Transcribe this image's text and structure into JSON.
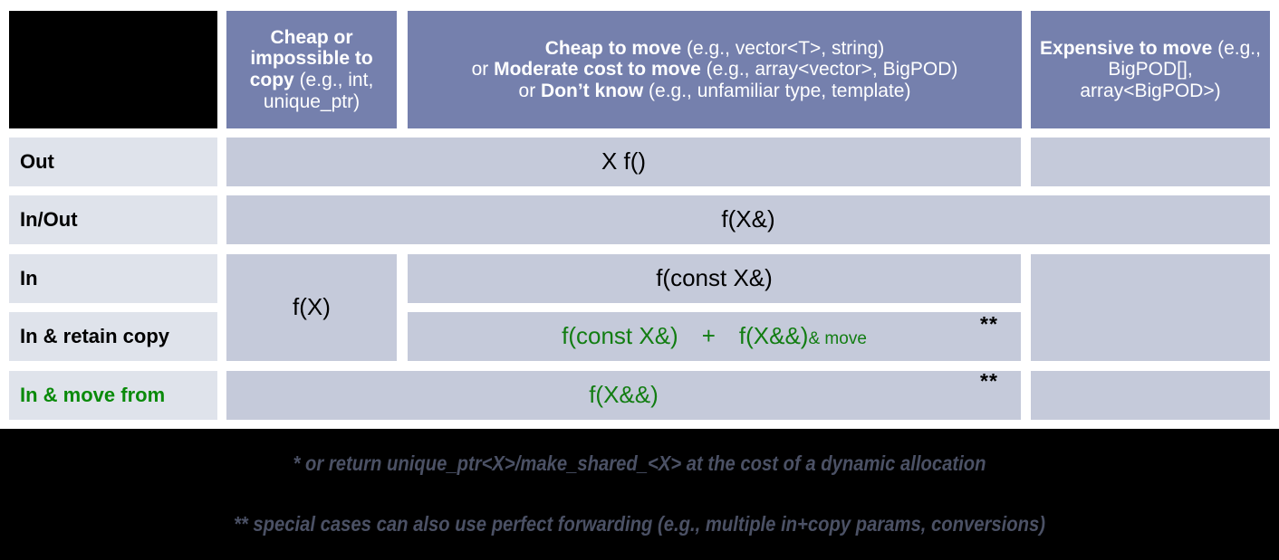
{
  "table": {
    "headers": {
      "corner": "",
      "col1": {
        "bold1": "Cheap or impossible to copy",
        "rest1": " (e.g., int, unique_ptr)"
      },
      "col2": {
        "line1_bold": "Cheap to move",
        "line1_rest": " (e.g., vector<T>, string)",
        "line2_pre": "or ",
        "line2_bold": "Moderate cost to move",
        "line2_rest": " (e.g., array<vector>, BigPOD)",
        "line3_pre": "or ",
        "line3_bold": "Don’t know",
        "line3_rest": " (e.g., unfamiliar type, template)"
      },
      "col3": {
        "bold1": "Expensive to move",
        "rest1": " (e.g., BigPOD[], array<BigPOD>)"
      }
    },
    "rows": [
      {
        "label": "Out",
        "label_color": "black"
      },
      {
        "label": "In/Out",
        "label_color": "black"
      },
      {
        "label": "In",
        "label_color": "black"
      },
      {
        "label": "In & retain copy",
        "label_color": "black"
      },
      {
        "label": "In & move from",
        "label_color": "green"
      }
    ],
    "cells": {
      "out_middle": "X f()",
      "inout_middle": "f(X&)",
      "in_cheap": "f(X)",
      "in_middle": "f(const X&)",
      "retain_a": "f(const X&)",
      "retain_plus": "+",
      "retain_b": "f(X&&)",
      "retain_move": "& move",
      "movefrom": "f(X&&)",
      "star_retain": "**",
      "star_movefrom": "**"
    }
  },
  "footnotes": [
    "* or return unique_ptr<X>/make_shared_<X> at the cost of a dynamic allocation",
    "** special cases can also use perfect forwarding (e.g., multiple in+copy params, conversions)"
  ],
  "colors": {
    "header_blue": "#7580ad",
    "row_label_bg": "#dfe3eb",
    "cell_bg": "#c5cada",
    "green": "#127d12",
    "footnote_text": "#4b5165",
    "background": "#000000"
  }
}
